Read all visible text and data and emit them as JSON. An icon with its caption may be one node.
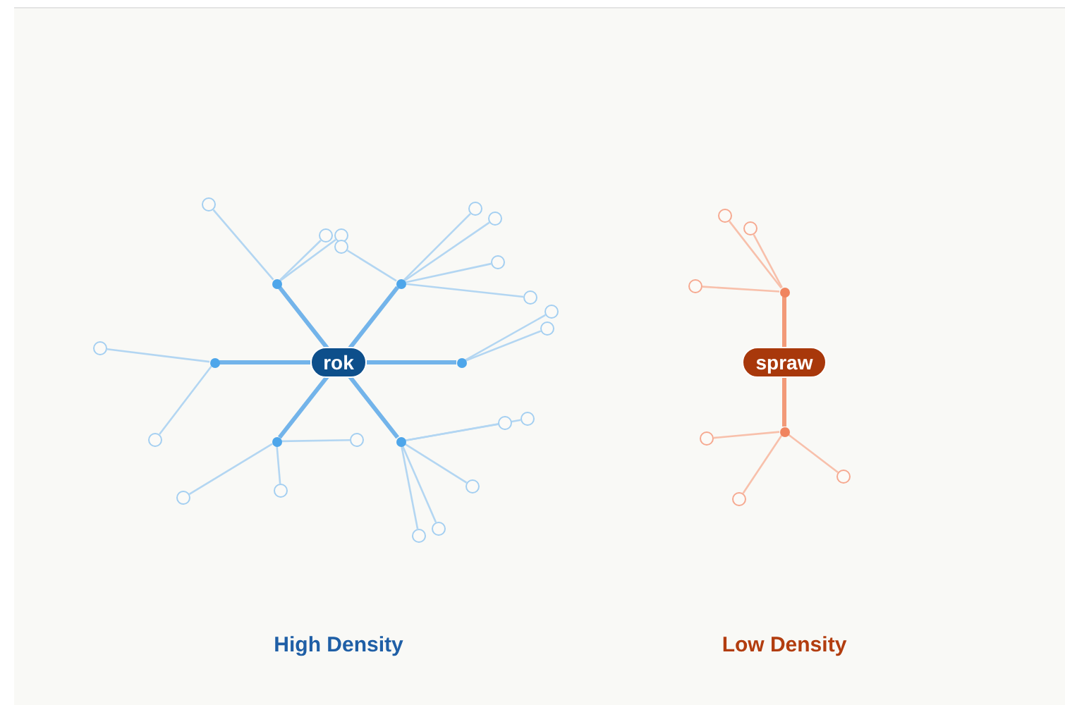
{
  "diagram": {
    "nodes": [
      {
        "text": [
          "rok"
        ]
      },
      {
        "text": [],
        "shape": "circle"
      },
      {
        "text": [],
        "shape": "circle"
      },
      {
        "text": [],
        "shape": "circle"
      },
      {
        "text": [],
        "shape": "circle"
      },
      {
        "text": [],
        "shape": "circle"
      },
      {
        "text": [],
        "shape": "circle"
      },
      {
        "text": [],
        "shape": "circle"
      },
      {
        "text": [],
        "shape": "circle"
      },
      {
        "text": [],
        "shape": "circle"
      },
      {
        "text": [],
        "shape": "circle"
      },
      {
        "text": [],
        "shape": "circle"
      },
      {
        "text": [],
        "shape": "circle"
      },
      {
        "text": [],
        "shape": "circle"
      },
      {
        "text": [],
        "shape": "circle"
      },
      {
        "text": [],
        "shape": "circle"
      },
      {
        "text": [],
        "shape": "circle"
      },
      {
        "text": [],
        "shape": "circle"
      },
      {
        "text": [],
        "shape": "circle"
      },
      {
        "text": [],
        "shape": "circle"
      },
      {
        "text": [],
        "shape": "circle"
      },
      {
        "text": [],
        "shape": "circle"
      },
      {
        "text": [],
        "shape": "circle"
      },
      {
        "text": [],
        "shape": "circle"
      },
      {
        "text": [],
        "shape": "circle"
      },
      {
        "text": [],
        "shape": "circle"
      },
      {
        "text": [],
        "shape": "circle"
      },
      {
        "text": [
          "spraw"
        ]
      },
      {
        "text": [],
        "shape": "circle"
      },
      {
        "text": [],
        "shape": "circle"
      },
      {
        "text": [],
        "shape": "circle"
      },
      {
        "text": [],
        "shape": "circle"
      },
      {
        "text": [],
        "shape": "circle"
      },
      {
        "text": [],
        "shape": "circle"
      },
      {
        "text": [],
        "shape": "circle"
      },
      {
        "text": [],
        "shape": "circle"
      }
    ],
    "edges": [
      {
        "from": 0,
        "to": 1,
        "arrow": "none",
        "style": "thick"
      },
      {
        "from": 0,
        "to": 2,
        "arrow": "none",
        "style": "thick"
      },
      {
        "from": 0,
        "to": 3,
        "arrow": "none",
        "style": "thick"
      },
      {
        "from": 0,
        "to": 4,
        "arrow": "none",
        "style": "thick"
      },
      {
        "from": 0,
        "to": 5,
        "arrow": "none",
        "style": "thick"
      },
      {
        "from": 0,
        "to": 6,
        "arrow": "none",
        "style": "thick"
      },
      {
        "from": 1,
        "to": 7,
        "arrow": "none"
      },
      {
        "from": 1,
        "to": 8,
        "arrow": "none"
      },
      {
        "from": 1,
        "to": 9,
        "arrow": "none"
      },
      {
        "from": 2,
        "to": 10,
        "arrow": "none"
      },
      {
        "from": 2,
        "to": 11,
        "arrow": "none"
      },
      {
        "from": 2,
        "to": 12,
        "arrow": "none"
      },
      {
        "from": 2,
        "to": 13,
        "arrow": "none"
      },
      {
        "from": 2,
        "to": 14,
        "arrow": "none"
      },
      {
        "from": 3,
        "to": 15,
        "arrow": "none"
      },
      {
        "from": 3,
        "to": 16,
        "arrow": "none"
      },
      {
        "from": 4,
        "to": 17,
        "arrow": "none"
      },
      {
        "from": 4,
        "to": 18,
        "arrow": "none"
      },
      {
        "from": 5,
        "to": 19,
        "arrow": "none"
      },
      {
        "from": 5,
        "to": 20,
        "arrow": "none"
      },
      {
        "from": 5,
        "to": 21,
        "arrow": "none"
      },
      {
        "from": 6,
        "to": 22,
        "arrow": "none"
      },
      {
        "from": 6,
        "to": 23,
        "arrow": "none"
      },
      {
        "from": 6,
        "to": 24,
        "arrow": "none"
      },
      {
        "from": 6,
        "to": 25,
        "arrow": "none"
      },
      {
        "from": 6,
        "to": 26,
        "arrow": "none"
      },
      {
        "from": 27,
        "to": 28,
        "arrow": "none",
        "style": "thick",
        "color": "#f29a78"
      },
      {
        "from": 27,
        "to": 29,
        "arrow": "none",
        "style": "thick",
        "color": "#f29a78"
      },
      {
        "from": 28,
        "to": 30,
        "arrow": "none",
        "color": "#f8c0ab"
      },
      {
        "from": 28,
        "to": 31,
        "arrow": "none",
        "color": "#f8c0ab"
      },
      {
        "from": 28,
        "to": 32,
        "arrow": "none",
        "color": "#f8c0ab"
      },
      {
        "from": 29,
        "to": 33,
        "arrow": "none",
        "color": "#f8c0ab"
      },
      {
        "from": 29,
        "to": 34,
        "arrow": "none",
        "color": "#f8c0ab"
      },
      {
        "from": 29,
        "to": 35,
        "arrow": "none",
        "color": "#f8c0ab"
      }
    ],
    "labels": [
      "High Density",
      "Low Density"
    ]
  }
}
